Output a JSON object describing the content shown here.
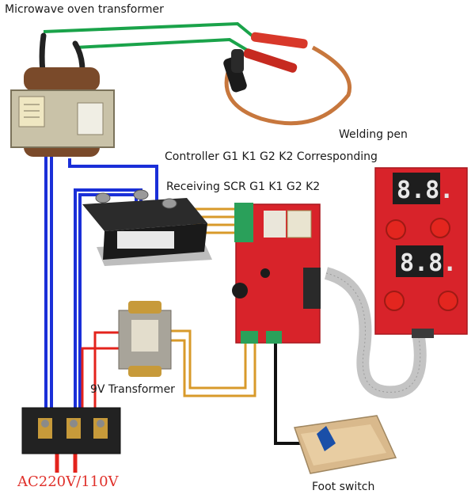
{
  "labels": {
    "microwave_transformer": "Microwave oven transformer",
    "welding_pen": "Welding pen",
    "controller_pins": "Controller G1 K1 G2 K2 Corresponding",
    "scr_pins": "Receiving SCR G1 K1 G2 K2",
    "transformer_9v": "9V Transformer",
    "foot_switch": "Foot switch",
    "mains": "AC220V/110V"
  },
  "display": {
    "top_digits": "8.8.",
    "bottom_digits": "8.8."
  },
  "colors": {
    "live_wire": "#1a2fd8",
    "mains_wire": "#e3231c",
    "signal_wire": "#d89a2a",
    "control_wire": "#1aa34a",
    "pcb": "#d8232a"
  }
}
